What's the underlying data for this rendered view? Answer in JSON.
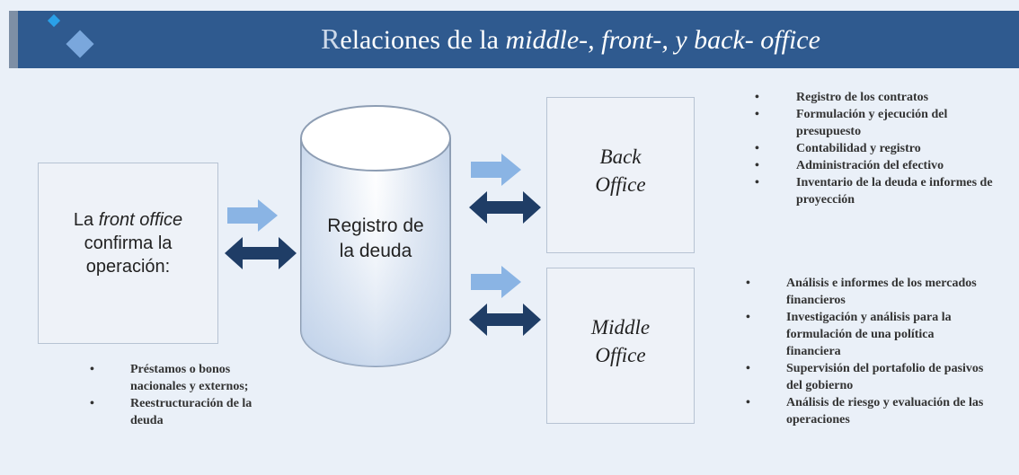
{
  "header": {
    "title_first_letter": "R",
    "title_prefix": "elaciones de la ",
    "title_italic": "middle-, front-, y back- office"
  },
  "front_office": {
    "line1_prefix": "La ",
    "line1_italic": "front office",
    "line2": "confirma la",
    "line3": "operación:"
  },
  "registry": {
    "line1": "Registro de",
    "line2": "la deuda"
  },
  "back_office": {
    "line1": "Back",
    "line2": "Office",
    "bullets": [
      "Registro de los contratos",
      "Formulación y ejecución del presupuesto",
      "Contabilidad y registro",
      "Administración del efectivo",
      "Inventario de la deuda e informes de proyección"
    ]
  },
  "middle_office": {
    "line1": "Middle",
    "line2": "Office",
    "bullets": [
      "Análisis e informes de los mercados financieros",
      "Investigación y análisis para la formulación de una política financiera",
      "Supervisión del portafolio de pasivos del gobierno",
      "Análisis de riesgo y evaluación de las operaciones"
    ]
  },
  "front_bullets": [
    "Préstamos o bonos nacionales y externos;",
    "Reestructuración de la deuda"
  ],
  "bullet_char": "•",
  "colors": {
    "header": "#2f5a8f",
    "background": "#eaf0f8",
    "arrow_light": "#8ab4e4",
    "arrow_dark": "#1f3d66"
  }
}
